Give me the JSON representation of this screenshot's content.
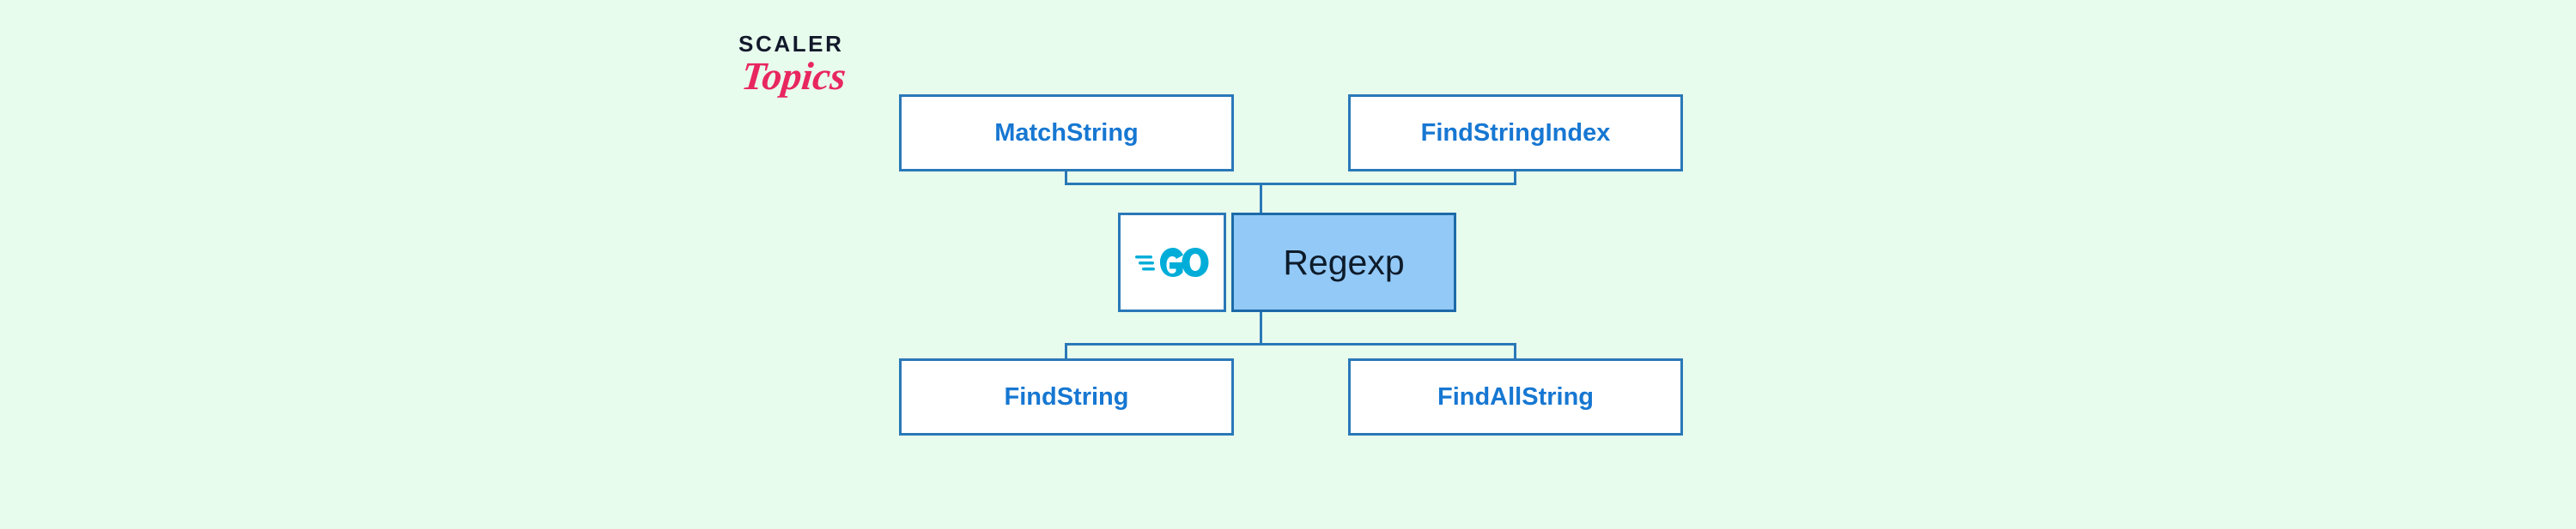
{
  "brand": {
    "primary": "SCALER",
    "secondary": "Topics",
    "primary_color": "#12192b",
    "secondary_color": "#e8275f"
  },
  "canvas": {
    "background_color": "#e8fced",
    "accent_color": "#2a78b8",
    "node_label_color": "#1677d2",
    "center_fill_color": "#93c9f7",
    "go_logo_color": "#00add8"
  },
  "diagram": {
    "type": "hub-and-spoke",
    "center": {
      "label": "Regexp",
      "logo_icon": "go-gopher-logo",
      "logo_text": "GO"
    },
    "nodes": [
      {
        "id": "match-string",
        "label": "MatchString",
        "position": "top-left"
      },
      {
        "id": "find-string-index",
        "label": "FindStringIndex",
        "position": "top-right"
      },
      {
        "id": "find-string",
        "label": "FindString",
        "position": "bottom-left"
      },
      {
        "id": "find-all-string",
        "label": "FindAllString",
        "position": "bottom-right"
      }
    ]
  }
}
